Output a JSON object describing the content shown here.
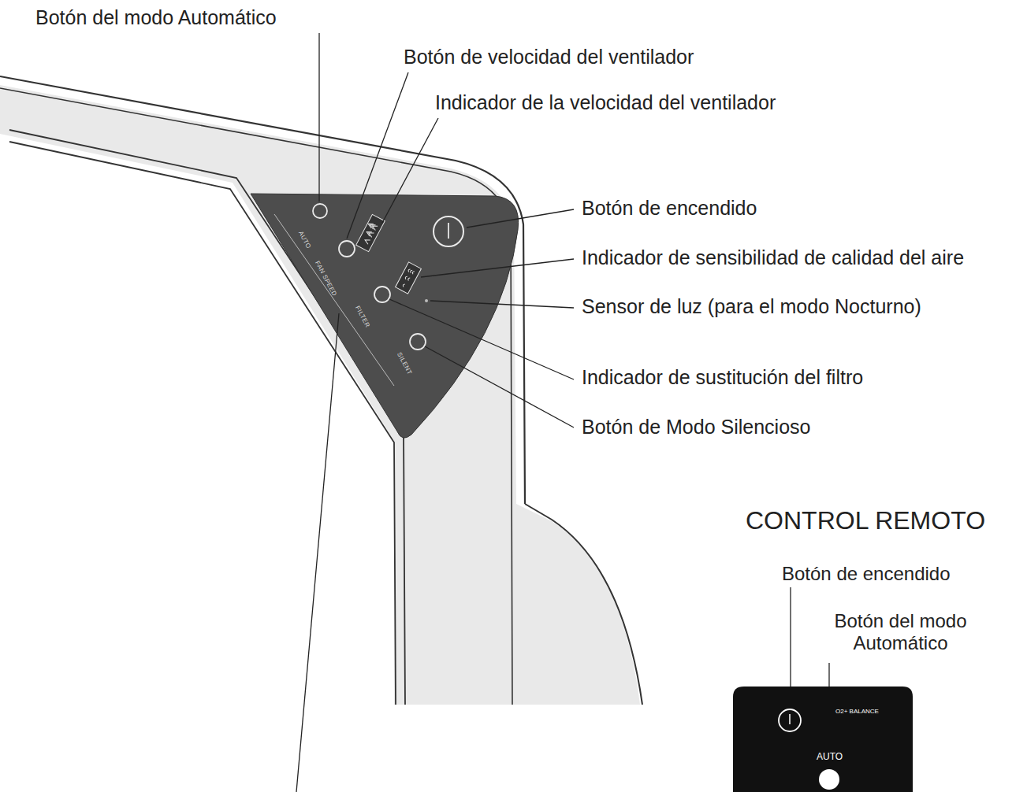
{
  "diagram": {
    "labels": [
      "Botón del modo Automático",
      "Botón de velocidad del ventilador",
      "Indicador de la velocidad del ventilador",
      "Botón de encendido",
      "Indicador de sensibilidad de calidad del aire",
      "Sensor de luz (para el modo Nocturno)",
      "Indicador de sustitución del filtro",
      "Botón de Modo Silencioso",
      "CONTROL REMOTO",
      "Botón de encendido",
      "Botón del modo Automático",
      "AUTO",
      "FAN SPEED",
      "FILTER",
      "SILENT",
      "O2+ BALANCE",
      "AUTO"
    ]
  }
}
